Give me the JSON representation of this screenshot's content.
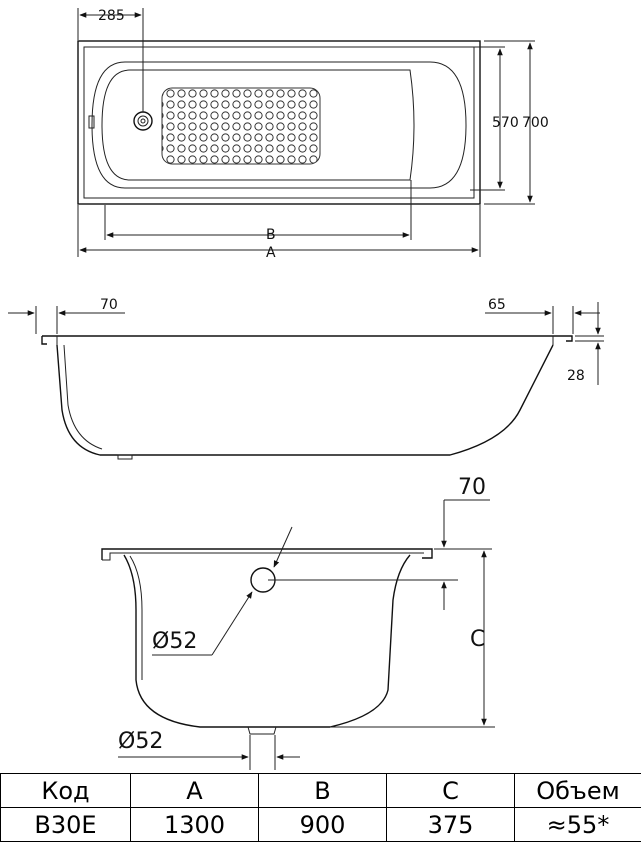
{
  "top_view": {
    "dim_285": "285",
    "dim_570": "570",
    "dim_700": "700",
    "label_b": "B",
    "label_a": "A"
  },
  "side_view": {
    "dim_70": "70",
    "dim_65": "65",
    "dim_28": "28"
  },
  "end_view": {
    "dim_70": "70",
    "dim_c": "C",
    "drain_diameter": "Ø52",
    "outlet_diameter": "Ø52"
  },
  "table": {
    "headers": [
      "Код",
      "A",
      "B",
      "C",
      "Объем"
    ],
    "row": [
      "B30E",
      "1300",
      "900",
      "375",
      "≈55*"
    ]
  }
}
